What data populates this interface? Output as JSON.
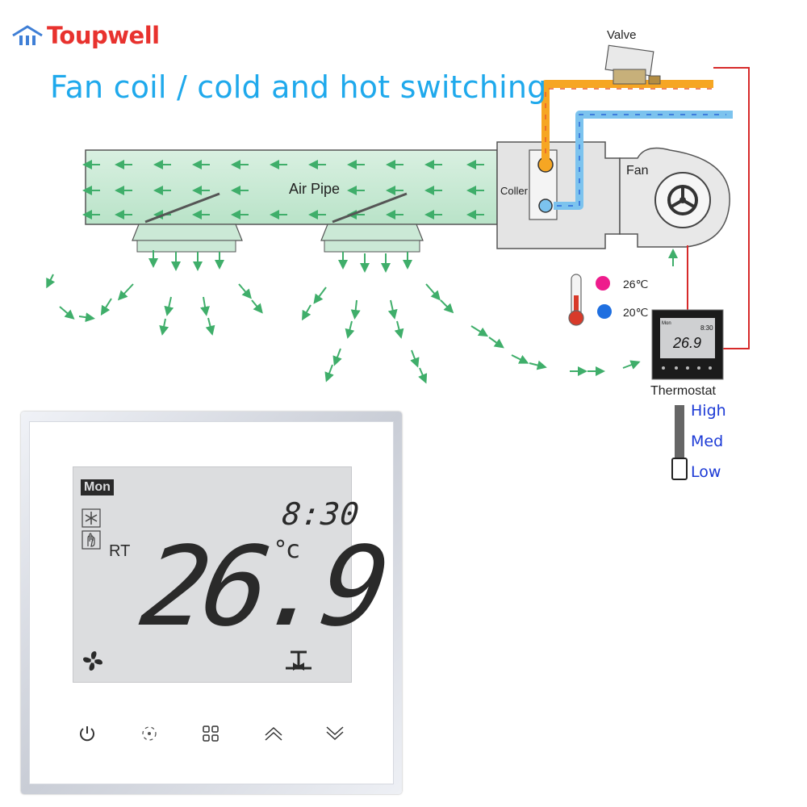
{
  "brand": {
    "name": "Toupwell",
    "color": "#e8322e"
  },
  "headline": {
    "text": "Fan coil / cold and hot switching",
    "color": "#1fa9ec"
  },
  "diagram": {
    "valve_label": "Valve",
    "air_pipe_label": "Air Pipe",
    "coil_label": "Coller",
    "fan_label": "Fan",
    "hot_temp_label": "26℃",
    "cold_temp_label": "20℃",
    "thermostat_label": "Thermostat",
    "mini_display": {
      "day": "Mon",
      "time": "8:30",
      "temp": "26.9"
    },
    "fan_speeds": [
      "High",
      "Med",
      "Low"
    ],
    "hot_pipe_color": "#f6a623",
    "cold_pipe_color": "#7cc3ee",
    "airflow_color": "#3fae6a",
    "wire_color": "#d72a2a",
    "hot_dot_color": "#ee1c8c",
    "cold_dot_color": "#1f6fe0"
  },
  "thermostat": {
    "day": "Mon",
    "time": "8:30",
    "room_label": "RT",
    "temperature": "26.9",
    "unit": "°c",
    "icons": [
      "snowflake-icon",
      "hand-icon",
      "fan-icon",
      "valve-icon"
    ],
    "buttons": [
      "power-icon",
      "mode-icon",
      "menu-icon",
      "up-icon",
      "down-icon"
    ]
  }
}
